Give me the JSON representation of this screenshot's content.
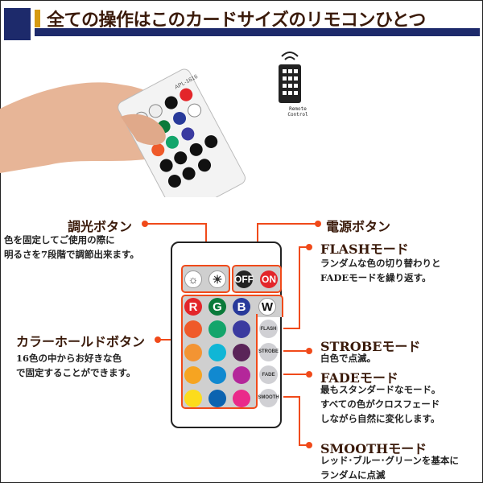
{
  "header": {
    "title": "全ての操作はこのカードサイズのリモコンひとつ"
  },
  "icon": {
    "caption_line1": "Remote",
    "caption_line2": "Control"
  },
  "photo": {
    "remote_model": "APL-1616",
    "off": "OFF",
    "on": "ON"
  },
  "callouts": {
    "dimmer": {
      "title": "調光ボタン",
      "desc1": "色を固定してご使用の際に",
      "desc2": "明るさを7段階で調節出来ます。"
    },
    "power": {
      "title": "電源ボタン"
    },
    "flash": {
      "title": "FLASHモード",
      "desc1": "ランダムな色の切り替わりと",
      "desc2": "FADEモードを繰り返す。"
    },
    "color": {
      "title": "カラーホールドボタン",
      "desc1": "16色の中からお好きな色",
      "desc2": "で固定することができます。"
    },
    "strobe": {
      "title": "STROBEモード",
      "desc1": "白色で点滅。"
    },
    "fade": {
      "title": "FADEモード",
      "desc1": "最もスタンダードなモード。",
      "desc2": "すべての色がクロスフェード",
      "desc3": "しながら自然に変化します。"
    },
    "smooth": {
      "title": "SMOOTHモード",
      "desc1": "レッド･ブルー･グリーンを基本に",
      "desc2": "ランダムに点滅"
    }
  },
  "remote": {
    "off": "OFF",
    "on": "ON",
    "rgbw": [
      {
        "label": "R",
        "color": "#e3262a"
      },
      {
        "label": "G",
        "color": "#0a7a3a"
      },
      {
        "label": "B",
        "color": "#283a9a"
      },
      {
        "label": "W",
        "color": "#ffffff"
      }
    ],
    "colors": [
      "#ef5a2a",
      "#13a56b",
      "#3b3ba0",
      "#f39433",
      "#10b6d6",
      "#5a2458",
      "#f6a421",
      "#1189d0",
      "#b4279a",
      "#fcdc1c",
      "#0c63b0",
      "#ea2a8a"
    ],
    "modes": [
      "FLASH",
      "STROBE",
      "FADE",
      "SMOOTH"
    ],
    "accent": "#f04a1a"
  }
}
